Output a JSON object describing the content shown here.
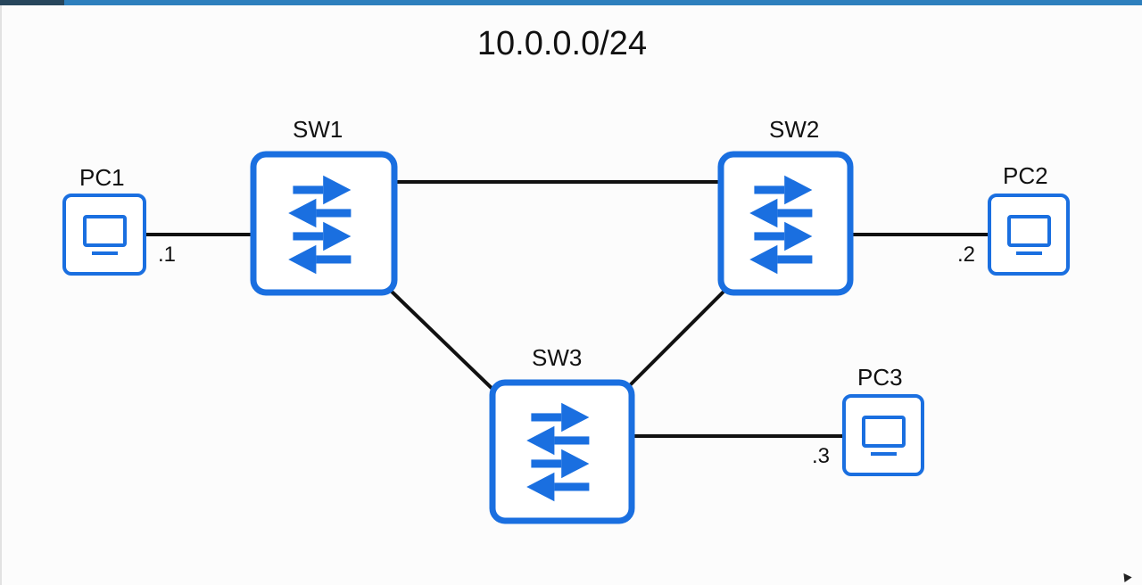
{
  "title": "10.0.0.0/24",
  "colors": {
    "accent": "#1a6fe0",
    "link": "#111111",
    "topbar": "#2d7fbd"
  },
  "nodes": {
    "sw1": {
      "label": "SW1",
      "type": "switch",
      "icon": "switch-icon"
    },
    "sw2": {
      "label": "SW2",
      "type": "switch",
      "icon": "switch-icon"
    },
    "sw3": {
      "label": "SW3",
      "type": "switch",
      "icon": "switch-icon"
    },
    "pc1": {
      "label": "PC1",
      "type": "pc",
      "icon": "pc-icon",
      "address": ".1"
    },
    "pc2": {
      "label": "PC2",
      "type": "pc",
      "icon": "pc-icon",
      "address": ".2"
    },
    "pc3": {
      "label": "PC3",
      "type": "pc",
      "icon": "pc-icon",
      "address": ".3"
    }
  },
  "links": [
    {
      "from": "PC1",
      "to": "SW1"
    },
    {
      "from": "SW1",
      "to": "SW2"
    },
    {
      "from": "SW2",
      "to": "PC2"
    },
    {
      "from": "SW1",
      "to": "SW3"
    },
    {
      "from": "SW2",
      "to": "SW3"
    },
    {
      "from": "SW3",
      "to": "PC3"
    }
  ]
}
